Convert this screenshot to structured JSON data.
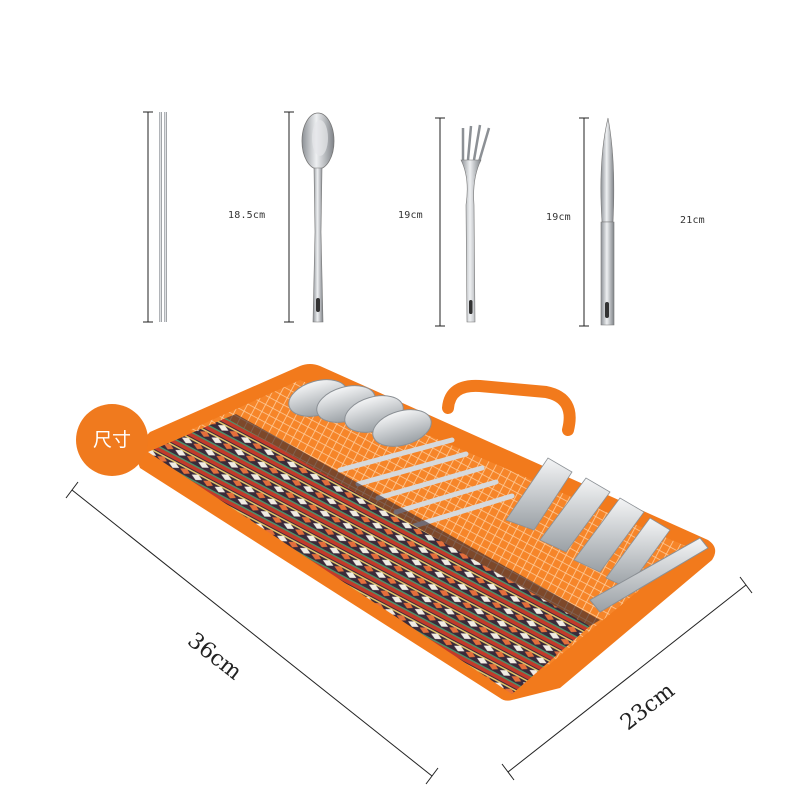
{
  "measurements": {
    "chopsticks": "18.5cm",
    "spoon": "19cm",
    "fork": "19cm",
    "knife": "21cm"
  },
  "pouch": {
    "length": "36cm",
    "width": "23cm"
  },
  "badge": {
    "label": "尺寸"
  },
  "colors": {
    "pouch_orange": "#f27a1c",
    "badge_orange": "#f07a1e",
    "steel": "#c9ccd0",
    "mesh": "#ff9a44"
  }
}
